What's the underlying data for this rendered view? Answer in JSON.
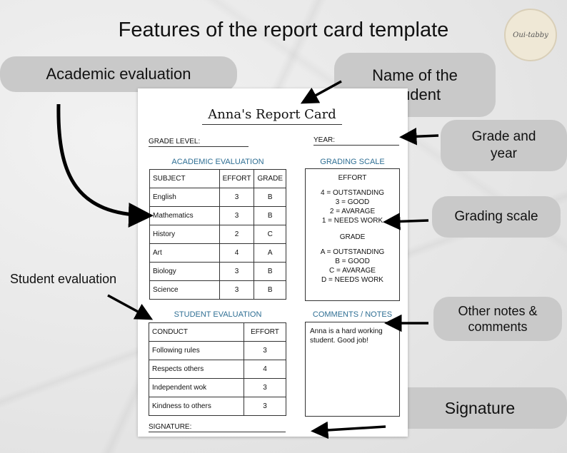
{
  "headline": "Features of the report card template",
  "logo_text": "Oui-tabby",
  "callouts": {
    "academic": "Academic evaluation",
    "name_line1": "Name of the",
    "name_line2": "student",
    "grade_line1": "Grade and",
    "grade_line2": "year",
    "grading_scale": "Grading scale",
    "student_eval": "Student evaluation",
    "notes_line1": "Other notes &",
    "notes_line2": "comments",
    "signature": "Signature"
  },
  "card": {
    "title": "Anna's Report Card",
    "grade_level_label": "GRADE LEVEL:",
    "year_label": "YEAR:",
    "academic_heading": "ACADEMIC EVALUATION",
    "academic_headers": [
      "SUBJECT",
      "EFFORT",
      "GRADE"
    ],
    "academic_rows": [
      [
        "English",
        "3",
        "B"
      ],
      [
        "Mathematics",
        "3",
        "B"
      ],
      [
        "History",
        "2",
        "C"
      ],
      [
        "Art",
        "4",
        "A"
      ],
      [
        "Biology",
        "3",
        "B"
      ],
      [
        "Science",
        "3",
        "B"
      ]
    ],
    "grading_heading": "GRADING SCALE",
    "effort_heading": "EFFORT",
    "effort_scale": [
      "4 = OUTSTANDING",
      "3 = GOOD",
      "2 = AVARAGE",
      "1 = NEEDS WORK"
    ],
    "grade_heading": "GRADE",
    "grade_scale": [
      "A = OUTSTANDING",
      "B = GOOD",
      "C = AVARAGE",
      "D = NEEDS WORK"
    ],
    "student_heading": "STUDENT EVALUATION",
    "student_headers": [
      "CONDUCT",
      "EFFORT"
    ],
    "student_rows": [
      [
        "Following rules",
        "3"
      ],
      [
        "Respects others",
        "4"
      ],
      [
        "Independent wok",
        "3"
      ],
      [
        "Kindness to others",
        "3"
      ]
    ],
    "comments_heading": "COMMENTS / NOTES",
    "comments_line1": "Anna is a hard working",
    "comments_line2": "student. Good job!",
    "signature_label": "SIGNATURE:"
  }
}
